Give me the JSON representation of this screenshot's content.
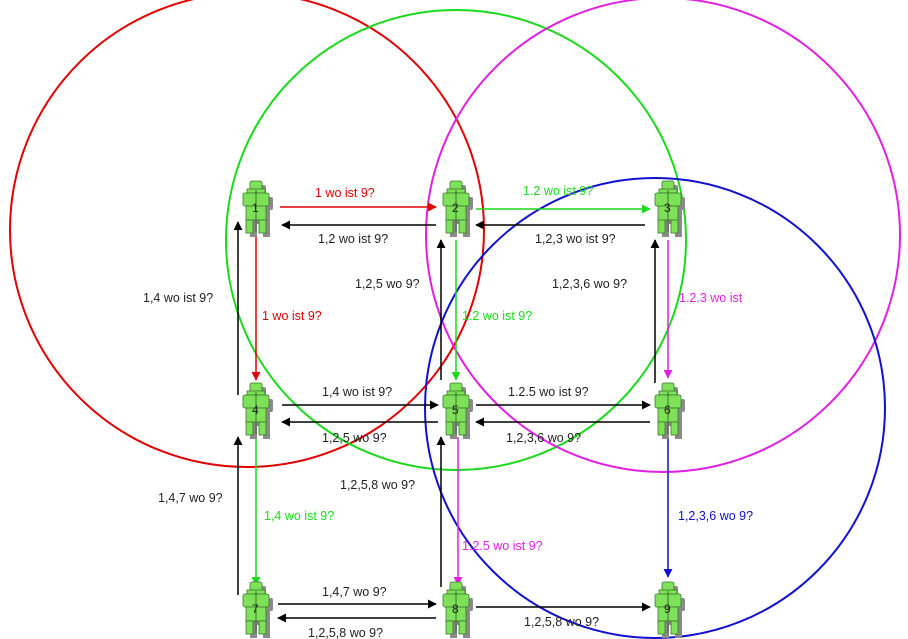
{
  "colors": {
    "red": "#e00000",
    "green": "#1cd91c",
    "magenta": "#e020e0",
    "blue": "#1010d0",
    "black": "#000000",
    "node_fill": "#7fe05a",
    "node_shadow": "#8a8a8a"
  },
  "nodes": [
    {
      "id": "1",
      "icon": "person-node-icon"
    },
    {
      "id": "2",
      "icon": "person-node-icon"
    },
    {
      "id": "3",
      "icon": "person-node-icon"
    },
    {
      "id": "4",
      "icon": "person-node-icon"
    },
    {
      "id": "5",
      "icon": "person-node-icon"
    },
    {
      "id": "6",
      "icon": "person-node-icon"
    },
    {
      "id": "7",
      "icon": "person-node-icon"
    },
    {
      "id": "8",
      "icon": "person-node-icon"
    },
    {
      "id": "9",
      "icon": "person-node-icon"
    }
  ],
  "labels": {
    "e12": "1 wo ist 9?",
    "e21": "1,2 wo ist 9?",
    "e23": "1.2 wo ist 9?",
    "e32": "1,2,3 wo ist 9?",
    "e14": "1 wo ist 9?",
    "e41": "1,4 wo ist 9?",
    "e25": "1.2 wo ist 9?",
    "e52": "1,2,5 wo 9?",
    "e36": "1.2.3 wo ist",
    "e63": "1,2,3,6 wo 9?",
    "e45": "1,4 wo ist 9?",
    "e54": "1,2,5 wo 9?",
    "e56": "1.2.5 wo ist 9?",
    "e65": "1,2,3,6 wo 9?",
    "e47": "1,4 wo ist 9?",
    "e74": "1,4,7 wo 9?",
    "e58": "1.2.5 wo ist 9?",
    "e85": "1,2,5,8 wo 9?",
    "e69": "1,2,3,6 wo 9?",
    "e78": "1,4,7 wo 9?",
    "e87": "1,2,5,8 wo 9?",
    "e89": "1,2,5,8 wo 9?"
  }
}
